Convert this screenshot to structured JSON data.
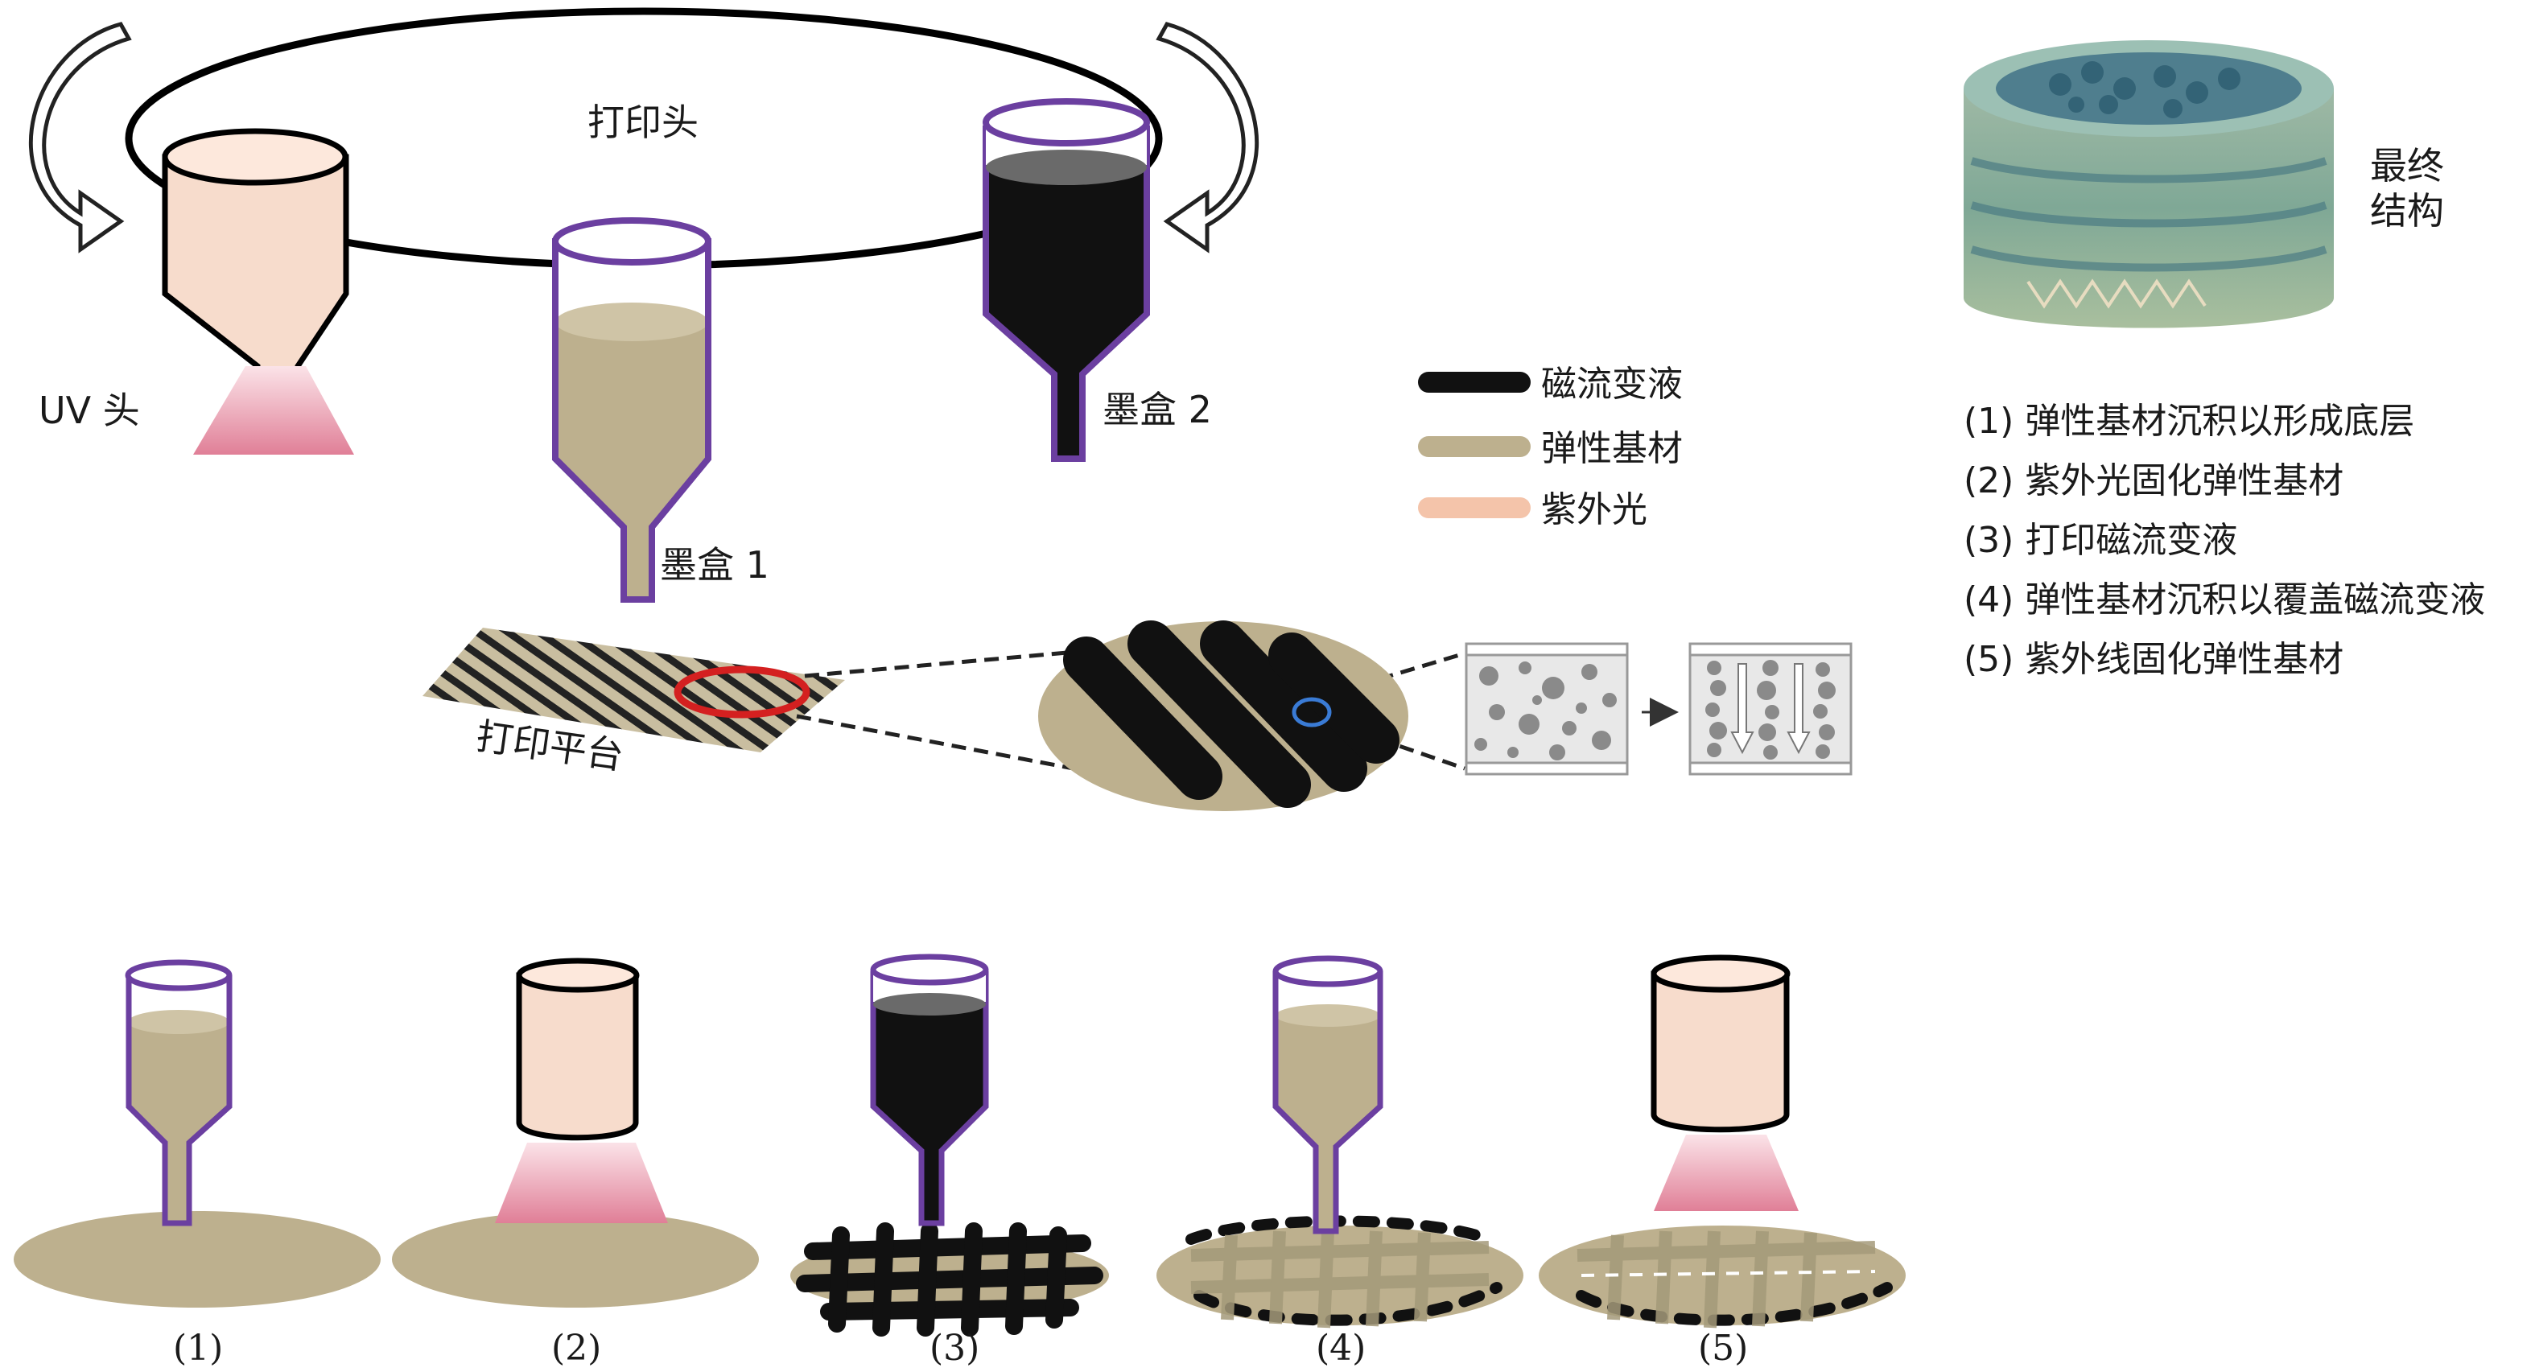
{
  "labels": {
    "print_head": "打印头",
    "uv_head": "UV 头",
    "cartridge_1": "墨盒 1",
    "cartridge_2": "墨盒 2",
    "print_platform": "打印平台",
    "final_structure_line1": "最终",
    "final_structure_line2": "结构"
  },
  "legend": [
    {
      "label": "磁流变液",
      "color": "#111111"
    },
    {
      "label": "弹性基材",
      "color": "#bdb08e"
    },
    {
      "label": "紫外光",
      "color": "#f4c4aa"
    }
  ],
  "steps": [
    "(1) 弹性基材沉积以形成底层",
    "(2) 紫外光固化弹性基材",
    "(3) 打印磁流变液",
    "(4) 弹性基材沉积以覆盖磁流变液",
    "(5) 紫外线固化弹性基材"
  ],
  "step_captions": [
    "(1)",
    "(2)",
    "(3)",
    "(4)",
    "(5)"
  ],
  "colors": {
    "elastomer": "#bdb08e",
    "mr_fluid": "#111111",
    "uv_light": "#f4c4aa",
    "uv_beam": "#e58ca0",
    "cartridge_outline": "#6b3fa0",
    "red_highlight": "#d42020"
  }
}
